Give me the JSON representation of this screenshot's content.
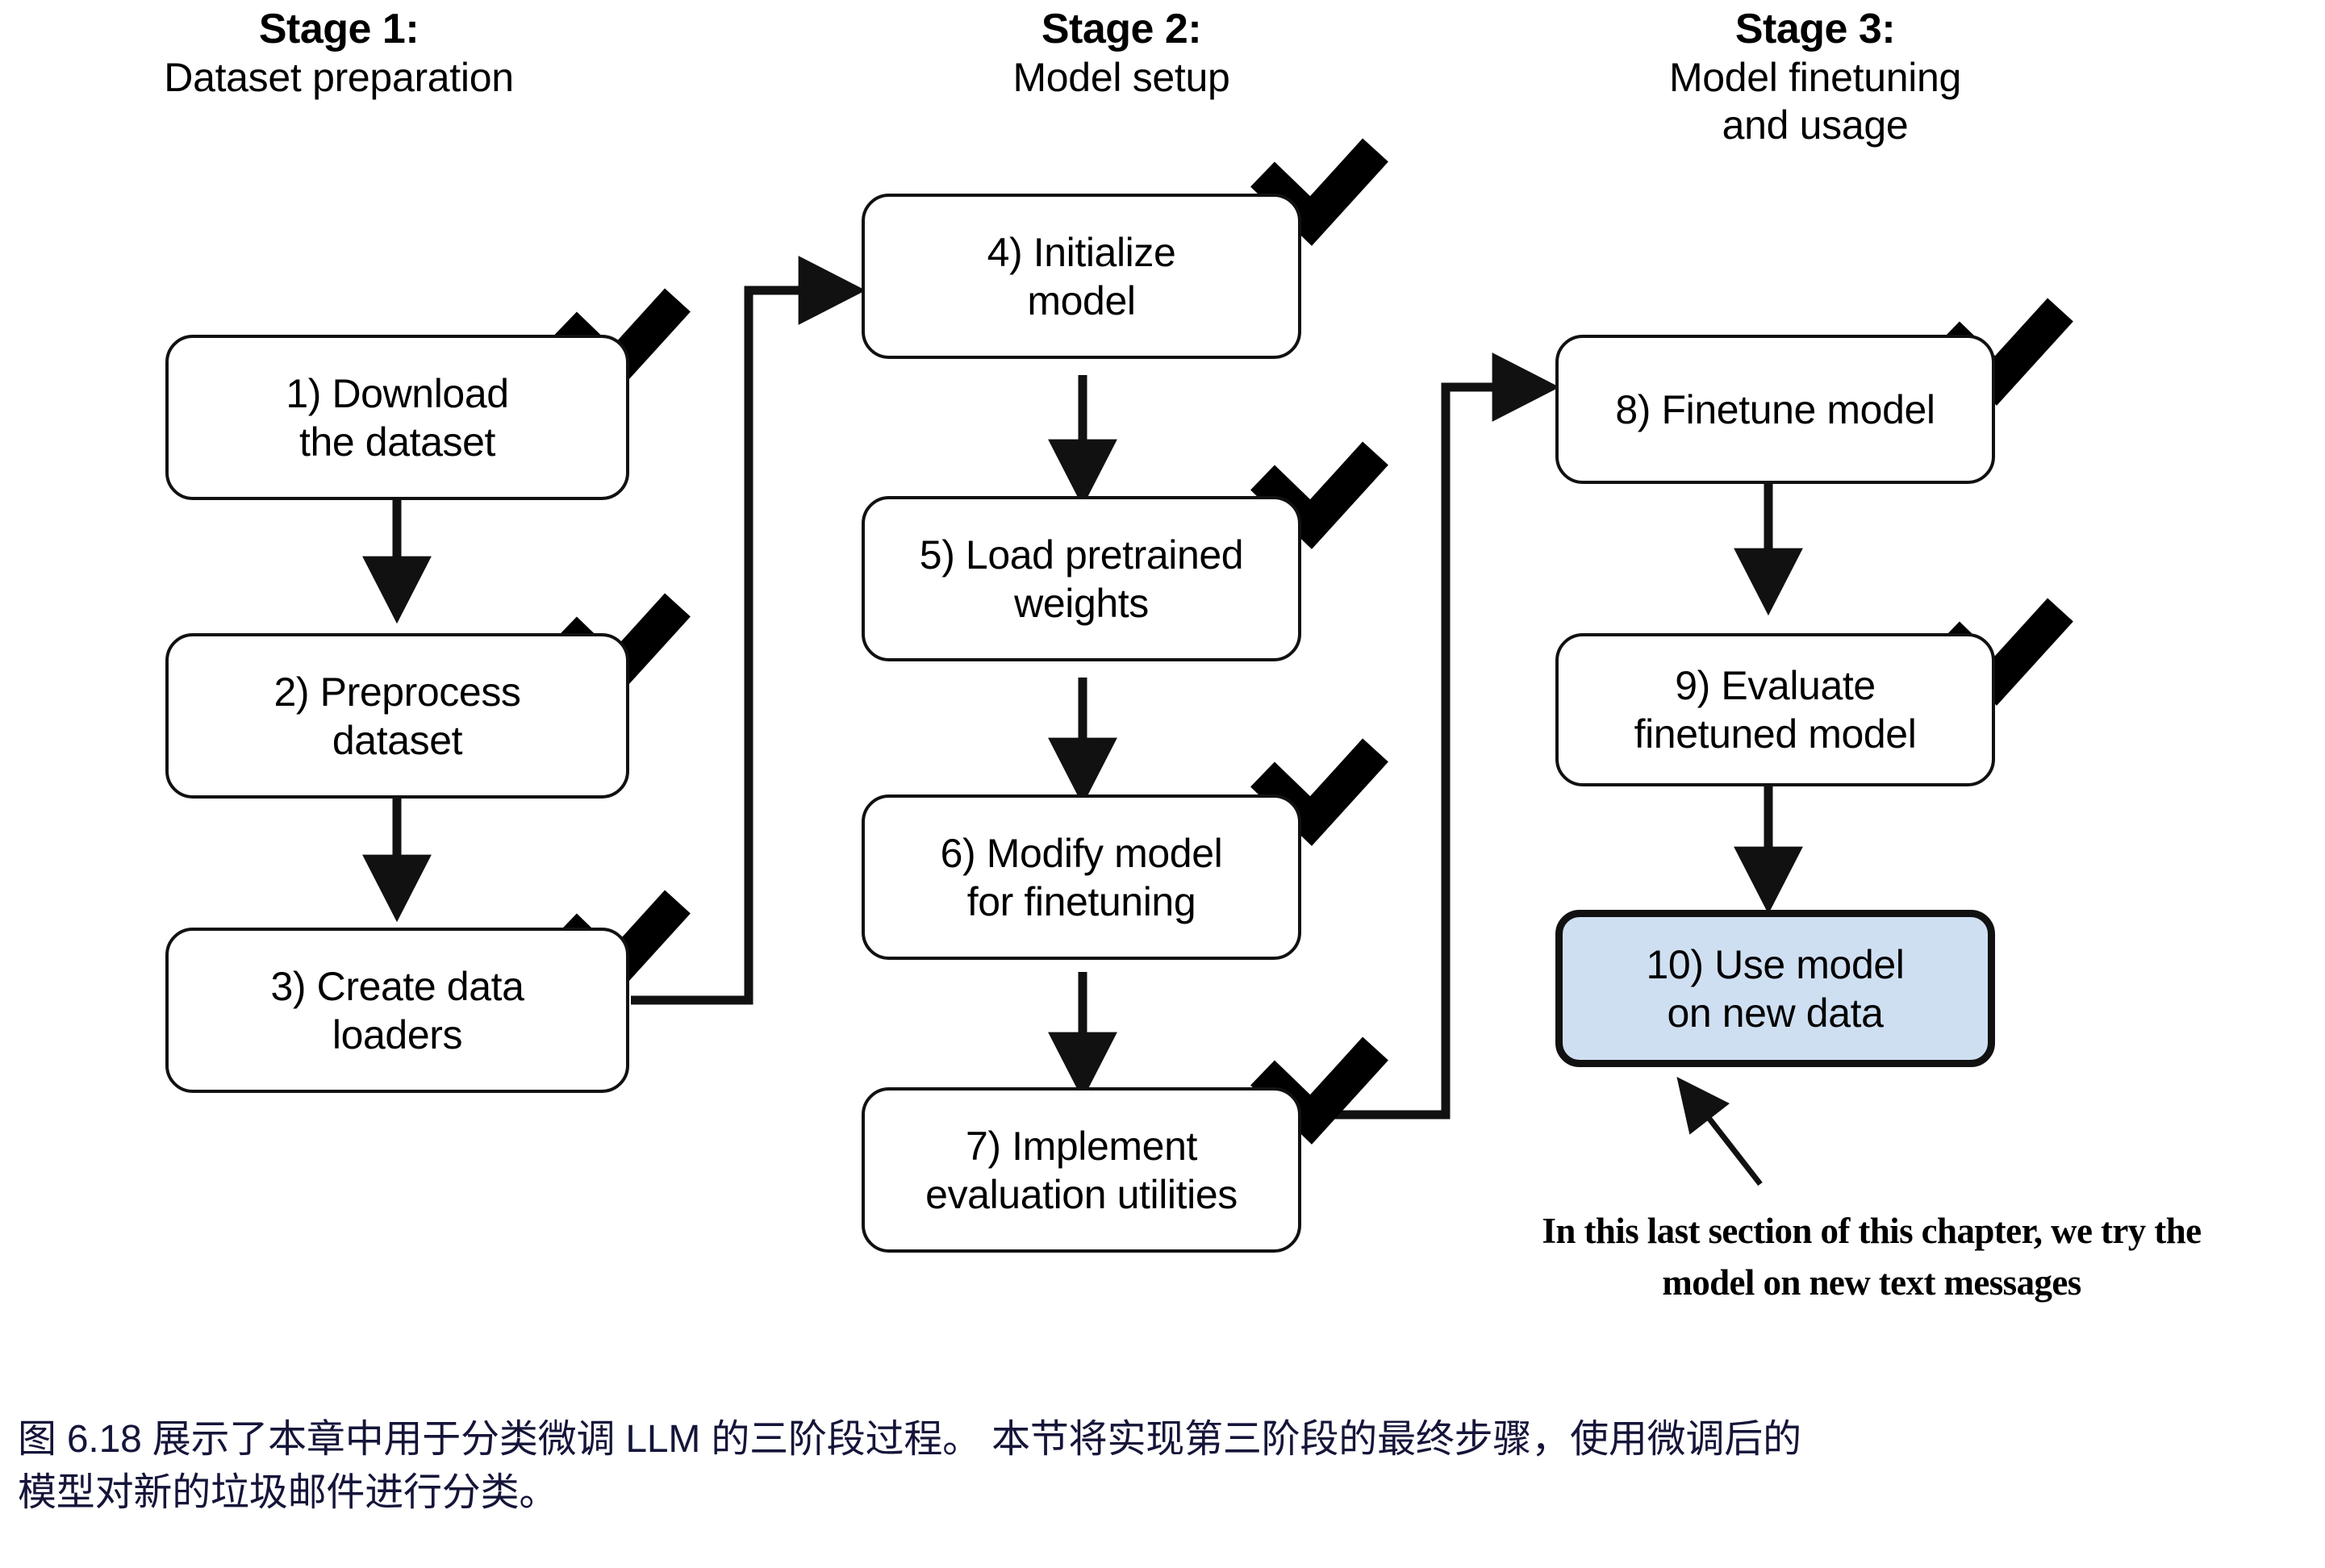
{
  "stages": [
    {
      "title": "Stage 1:",
      "subtitle": "Dataset preparation"
    },
    {
      "title": "Stage 2:",
      "subtitle": "Model setup"
    },
    {
      "title": "Stage 3:",
      "subtitle": "Model finetuning\nand usage"
    }
  ],
  "steps": [
    {
      "id": 1,
      "label": "1) Download\nthe dataset",
      "stage": 1,
      "checked": true,
      "highlighted": false
    },
    {
      "id": 2,
      "label": "2) Preprocess\ndataset",
      "stage": 1,
      "checked": true,
      "highlighted": false
    },
    {
      "id": 3,
      "label": "3) Create data\nloaders",
      "stage": 1,
      "checked": true,
      "highlighted": false
    },
    {
      "id": 4,
      "label": "4) Initialize\nmodel",
      "stage": 2,
      "checked": true,
      "highlighted": false
    },
    {
      "id": 5,
      "label": "5) Load pretrained\nweights",
      "stage": 2,
      "checked": true,
      "highlighted": false
    },
    {
      "id": 6,
      "label": "6) Modify model\nfor finetuning",
      "stage": 2,
      "checked": true,
      "highlighted": false
    },
    {
      "id": 7,
      "label": "7) Implement\nevaluation utilities",
      "stage": 2,
      "checked": true,
      "highlighted": false
    },
    {
      "id": 8,
      "label": "8) Finetune model",
      "stage": 3,
      "checked": true,
      "highlighted": false
    },
    {
      "id": 9,
      "label": "9) Evaluate\nfinetuned model",
      "stage": 3,
      "checked": true,
      "highlighted": false
    },
    {
      "id": 10,
      "label": "10) Use model\non new data",
      "stage": 3,
      "checked": false,
      "highlighted": true
    }
  ],
  "annotation": {
    "line1": "In this last section of this chapter, we try the",
    "line2": "model on new text messages"
  },
  "caption": {
    "line1": "图 6.18 展示了本章中用于分类微调 LLM 的三阶段过程。 本节将实现第三阶段的最终步骤，使用微调后的",
    "line2": "模型对新的垃圾邮件进行分类。"
  },
  "colors": {
    "highlight_fill": "#cfdff2",
    "stroke": "#111111",
    "caption_text": "#15153a",
    "background": "#ffffff"
  }
}
